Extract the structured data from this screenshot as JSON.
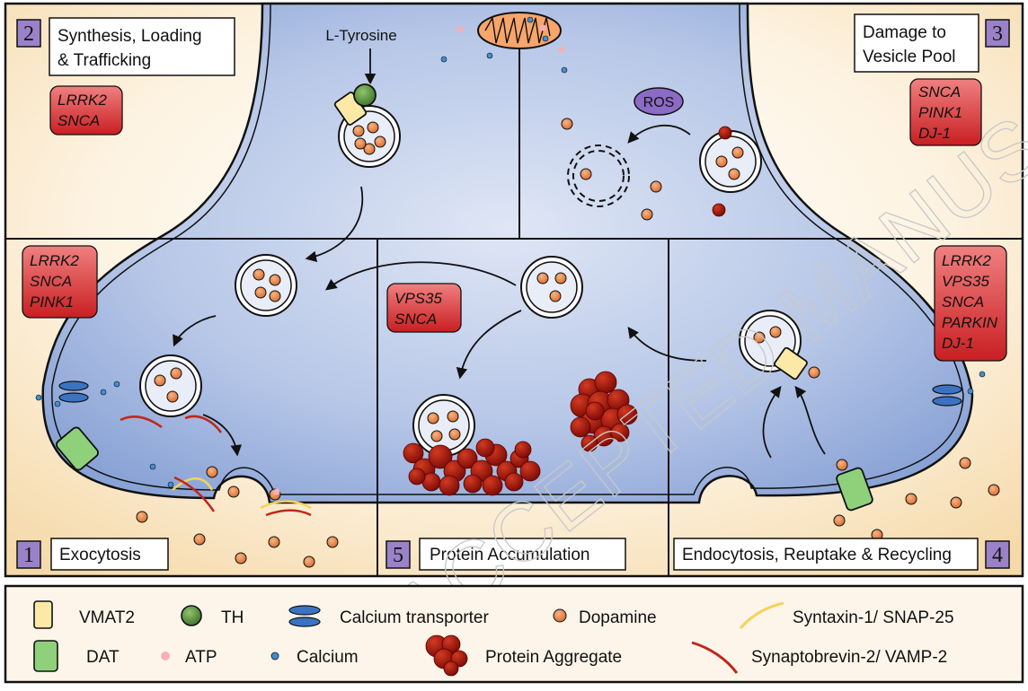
{
  "panels": [
    {
      "number": "1",
      "title": "Exocytosis",
      "genes": [
        "LRRK2",
        "SNCA",
        "PINK1"
      ]
    },
    {
      "number": "2",
      "title_lines": [
        "Synthesis, Loading",
        "& Trafficking"
      ],
      "genes": [
        "LRRK2",
        "SNCA"
      ]
    },
    {
      "number": "3",
      "title_lines": [
        "Damage to",
        "Vesicle Pool"
      ],
      "genes": [
        "SNCA",
        "PINK1",
        "DJ-1"
      ]
    },
    {
      "number": "4",
      "title": "Endocytosis, Reuptake & Recycling",
      "genes": [
        "LRRK2",
        "VPS35",
        "SNCA",
        "PARKIN",
        "DJ-1"
      ]
    },
    {
      "number": "5",
      "title": "Protein Accumulation",
      "genes": [
        "VPS35",
        "SNCA"
      ]
    }
  ],
  "labels": {
    "l_tyrosine": "L-Tyrosine",
    "ros": "ROS",
    "watermark": "ACCEPTED MANUSCRIPT"
  },
  "legend": {
    "items": [
      {
        "label": "VMAT2",
        "icon": "vmat2-icon"
      },
      {
        "label": "TH",
        "icon": "th-icon"
      },
      {
        "label": "Calcium transporter",
        "icon": "calcium-transporter-icon"
      },
      {
        "label": "Dopamine",
        "icon": "dopamine-icon"
      },
      {
        "label": "Syntaxin-1/ SNAP-25",
        "icon": "syntaxin-icon"
      },
      {
        "label": "DAT",
        "icon": "dat-icon"
      },
      {
        "label": "ATP",
        "icon": "atp-icon"
      },
      {
        "label": "Calcium",
        "icon": "calcium-icon"
      },
      {
        "label": "Protein Aggregate",
        "icon": "protein-aggregate-icon"
      },
      {
        "label": "Synaptobrevin-2/ VAMP-2",
        "icon": "synaptobrevin-icon"
      }
    ]
  },
  "colors": {
    "cytoplasm": "#aabde0",
    "background": "#fbe7c8",
    "dopamine": "#e8874b",
    "aggregate": "#a51508",
    "gene_box": "#d72d2f",
    "number_box": "#9b82c8",
    "vmat2": "#fde9a6",
    "dat": "#8fd07b",
    "th": "#5a8f3a",
    "calcium": "#3f8fd3",
    "atp": "#f5b0b6",
    "calcium_transporter": "#3b73c4",
    "syntaxin": "#f3d35a",
    "synaptobrevin": "#c0271a",
    "ros": "#8b6bc6"
  }
}
